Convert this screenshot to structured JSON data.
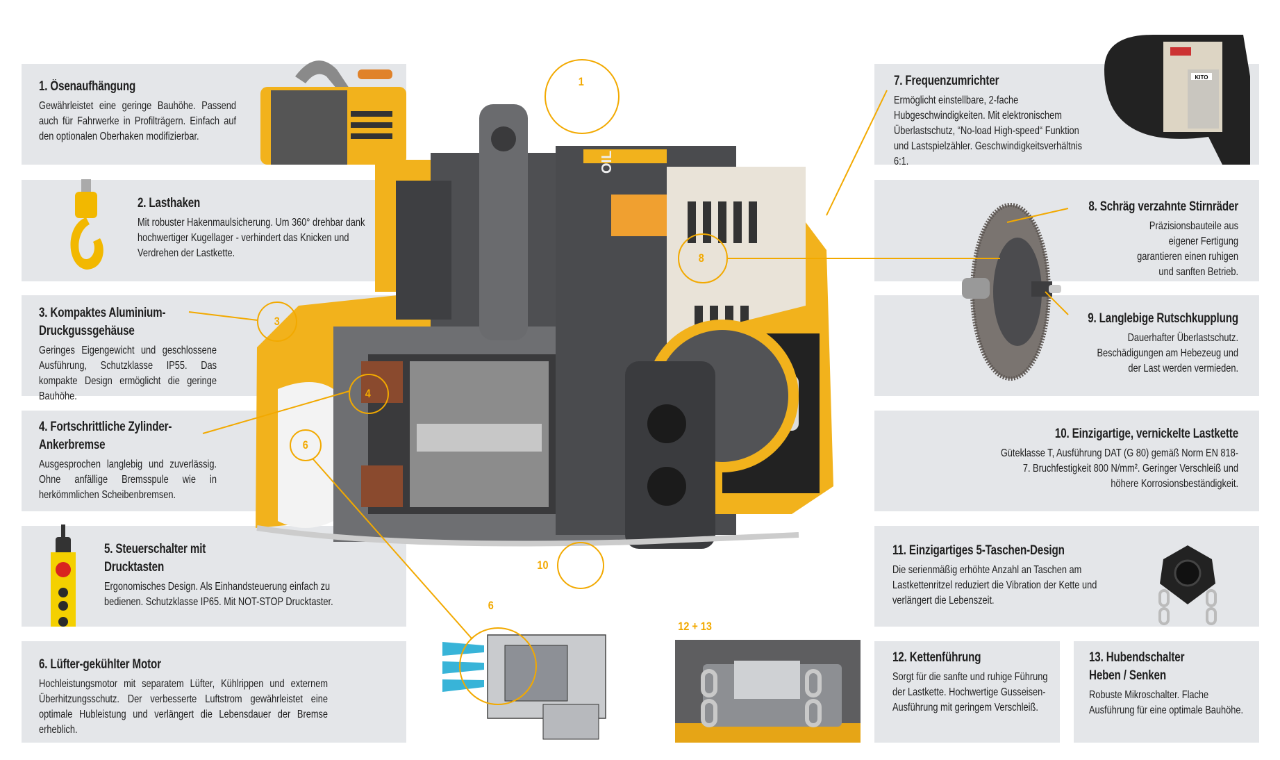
{
  "accent_color": "#f2a900",
  "panel_color": "#e4e6e9",
  "features": [
    {
      "title": "1. Ösenaufhängung",
      "text": "Gewährleistet eine geringe Bauhöhe. Passend auch für Fahrwerke in Profilträgern. Einfach auf den optionalen Oberhaken modifizierbar."
    },
    {
      "title": "2. Lasthaken",
      "text": "Mit robuster Hakenmaulsicherung. Um 360° drehbar dank hochwertiger Kugellager - verhindert das Knicken und Verdrehen der Lastkette."
    },
    {
      "title": "3. Kompaktes Aluminium-Druckgussgehäuse",
      "text": "Geringes Eigengewicht und geschlossene Ausführung, Schutzklasse IP55. Das kompakte Design ermöglicht die geringe Bauhöhe."
    },
    {
      "title": "4. Fortschrittliche Zylinder-Ankerbremse",
      "text": "Ausgesprochen langlebig und zuverlässig. Ohne anfällige Bremsspule wie in herkömmlichen Scheibenbremsen."
    },
    {
      "title": "5. Steuerschalter mit Drucktasten",
      "text": "Ergonomisches Design. Als Einhandsteuerung einfach zu bedienen. Schutzklasse IP65. Mit NOT-STOP Drucktaster."
    },
    {
      "title": "6. Lüfter-gekühlter Motor",
      "text": "Hochleistungsmotor mit separatem Lüfter, Kühlrippen und externem Überhitzungsschutz. Der verbesserte Luftstrom gewährleistet eine optimale Hubleistung und verlängert die Lebensdauer der Bremse erheblich."
    },
    {
      "title": "7. Frequenzumrichter",
      "text": "Ermöglicht einstellbare, 2-fache Hubgeschwindigkeiten. Mit elektronischem Überlastschutz, “No-load High-speed“ Funktion und Lastspielzähler. Geschwindigkeitsverhältnis 6:1."
    },
    {
      "title": "8. Schräg verzahnte Stirnräder",
      "text": "Präzisionsbauteile aus eigener Fertigung garantieren einen ruhigen und sanften Betrieb."
    },
    {
      "title": "9. Langlebige Rutschkupplung",
      "text": "Dauerhafter Überlastschutz. Beschädigungen am Hebezeug und der Last werden vermieden."
    },
    {
      "title": "10. Einzigartige, vernickelte Lastkette",
      "text": "Güteklasse T, Ausführung DAT (G 80) gemäß Norm EN 818-7. Bruchfestigkeit 800 N/mm². Geringer Verschleiß und höhere Korrosionsbeständigkeit."
    },
    {
      "title": "11. Einzigartiges 5-Taschen-Design",
      "text": "Die serienmäßig erhöhte Anzahl an Taschen am Lastkettenritzel reduziert die Vibration der Kette und verlängert die Lebenszeit."
    },
    {
      "title": "12. Kettenführung",
      "text": "Sorgt für die sanfte und ruhige Führung der Lastkette. Hochwertige Gusseisen-Ausführung mit geringem Verschleiß."
    },
    {
      "title": "13. Hubendschalter Heben / Senken",
      "text": "Robuste Mikroschalter. Flache Ausführung für eine optimale Bauhöhe."
    }
  ],
  "callouts": {
    "c1": "1",
    "c3": "3",
    "c4": "4",
    "c6": "6",
    "c8": "8",
    "c10": "10",
    "label6": "6",
    "label1213": "12 + 13"
  },
  "logo_text": "KITO",
  "oil_label": "OIL"
}
